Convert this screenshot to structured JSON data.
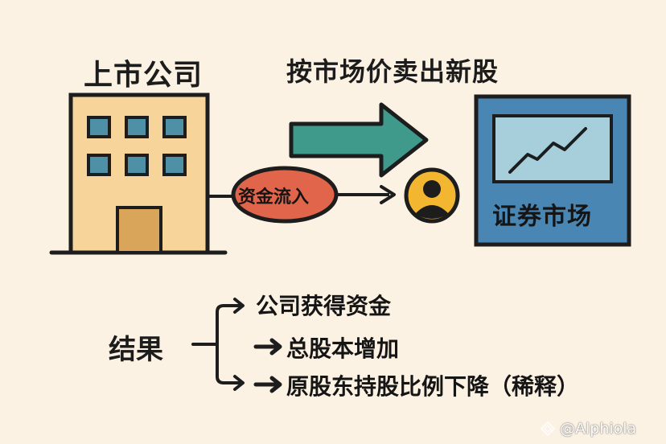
{
  "company": {
    "title": "上市公司"
  },
  "top_caption": "按市场价卖出新股",
  "flow": {
    "label": "资金流入"
  },
  "market": {
    "label": "证券市场"
  },
  "result": {
    "label": "结果",
    "items": [
      "公司获得资金",
      "总股本增加",
      "原股东持股比例下降（稀释）"
    ]
  },
  "watermark": "@Alphiola",
  "colors": {
    "background": "#fcf2e3",
    "building": "#f7d59a",
    "window": "#4e90a5",
    "door": "#d9a55b",
    "arrow": "#3f9a8b",
    "oval": "#e0654a",
    "avatar": "#f3b630",
    "market_frame": "#4a86b4",
    "screen": "#a6cfdb"
  }
}
